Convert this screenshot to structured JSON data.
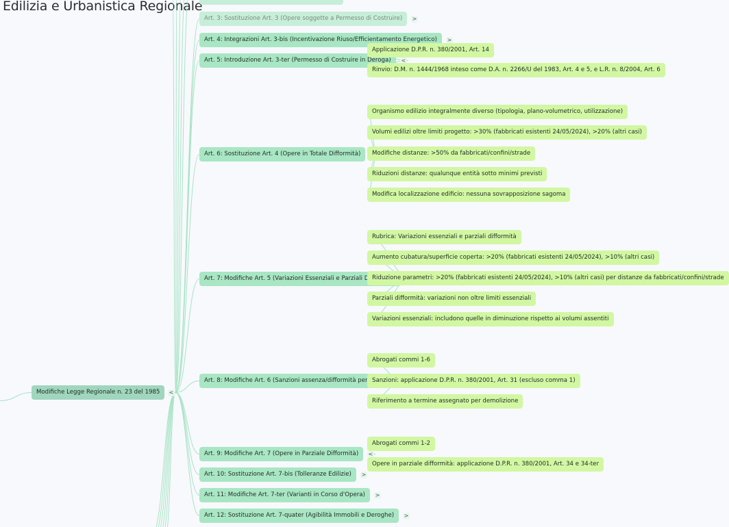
{
  "title": "Edilizia e Urbanistica Regionale",
  "colors": {
    "root": "#9fd6bd",
    "branch": "#a9e6c4",
    "leaf": "#d2f7a3",
    "link": "#a6e3c5"
  },
  "root": {
    "label": "Modifiche Legge Regionale n. 23 del 1985",
    "toggle": "<"
  },
  "branches": [
    {
      "id": "b3",
      "label": "Art. 3: Sostituzione Art. 3 (Opere soggette a Permesso di Costruire)",
      "toggle": ">",
      "faded": true
    },
    {
      "id": "b4",
      "label": "Art. 4: Integrazioni Art. 3-bis (Incentivazione Riuso/Efficientamento Energetico)",
      "toggle": ">"
    },
    {
      "id": "b5",
      "label": "Art. 5: Introduzione Art. 3-ter (Permesso di Costruire in Deroga)",
      "toggle": "<",
      "children": [
        "Applicazione D.P.R. n. 380/2001, Art. 14",
        "Rinvio: D.M. n. 1444/1968 inteso come D.A. n. 2266/U del 1983, Art. 4 e 5, e L.R. n. 8/2004, Art. 6"
      ]
    },
    {
      "id": "b6",
      "label": "Art. 6: Sostituzione Art. 4 (Opere in Totale Difformità)",
      "toggle": "<",
      "children": [
        "Organismo edilizio integralmente diverso (tipologia, plano-volumetrico, utilizzazione)",
        "Volumi edilizi oltre limiti progetto: >30% (fabbricati esistenti 24/05/2024), >20% (altri casi)",
        "Modifiche distanze: >50% da fabbricati/confini/strade",
        "Riduzioni distanze: qualunque entità sotto minimi previsti",
        "Modifica localizzazione edificio: nessuna sovrapposizione sagoma"
      ]
    },
    {
      "id": "b7",
      "label": "Art. 7: Modifiche Art. 5 (Variazioni Essenziali e Parziali Difformità)",
      "toggle": "<",
      "children": [
        "Rubrica: Variazioni essenziali e parziali difformità",
        "Aumento cubatura/superficie coperta: >20% (fabbricati esistenti 24/05/2024), >10% (altri casi)",
        "Riduzione parametri: >20% (fabbricati esistenti 24/05/2024), >10% (altri casi) per distanze da fabbricati/confini/strade",
        "Parziali difformità: variazioni non oltre limiti essenziali",
        "Variazioni essenziali: includono quelle in diminuzione rispetto ai volumi assentiti"
      ]
    },
    {
      "id": "b8",
      "label": "Art. 8: Modifiche Art. 6 (Sanzioni assenza/difformità permesso)",
      "toggle": "<",
      "children": [
        "Abrogati commi 1-6",
        "Sanzioni: applicazione D.P.R. n. 380/2001, Art. 31 (escluso comma 1)",
        "Riferimento a termine assegnato per demolizione"
      ]
    },
    {
      "id": "b9",
      "label": "Art. 9: Modifiche Art. 7 (Opere in Parziale Difformità)",
      "toggle": "<",
      "children": [
        "Abrogati commi 1-2",
        "Opere in parziale difformità: applicazione D.P.R. n. 380/2001, Art. 34 e 34-ter"
      ]
    },
    {
      "id": "b10",
      "label": "Art. 10: Sostituzione Art. 7-bis (Tolleranze Edilizie)",
      "toggle": ">"
    },
    {
      "id": "b11",
      "label": "Art. 11: Modifiche Art. 7-ter (Varianti in Corso d'Opera)",
      "toggle": ">"
    },
    {
      "id": "b12",
      "label": "Art. 12: Sostituzione Art. 7-quater (Agibilità Immobili e Deroghe)",
      "toggle": ">"
    }
  ]
}
